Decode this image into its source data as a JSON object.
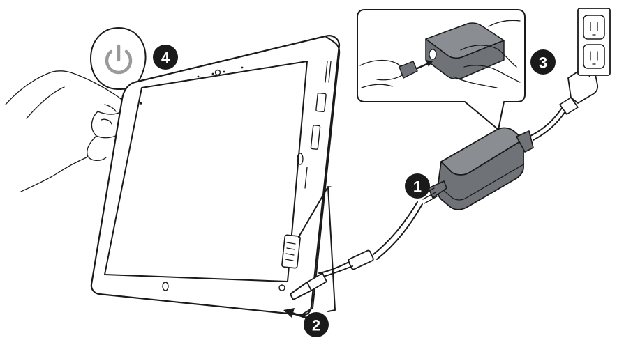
{
  "steps": [
    {
      "number": "1",
      "target": "ac-adapter-to-power-cord"
    },
    {
      "number": "2",
      "target": "dc-plug-to-tablet"
    },
    {
      "number": "3",
      "target": "power-plug-to-outlet"
    },
    {
      "number": "4",
      "target": "power-button"
    }
  ],
  "icons": {
    "power": "power-icon",
    "tablet": "tablet-icon",
    "adapter": "ac-adapter-icon",
    "outlet": "wall-outlet-icon",
    "hand": "hand-icon"
  },
  "colors": {
    "ink": "#1a1a1a",
    "adapter_fill": "#6f7378",
    "adapter_top": "#8a8e93",
    "power_icon": "#9a9a9a",
    "badge": "#1a1a1a",
    "badge_text": "#ffffff"
  }
}
